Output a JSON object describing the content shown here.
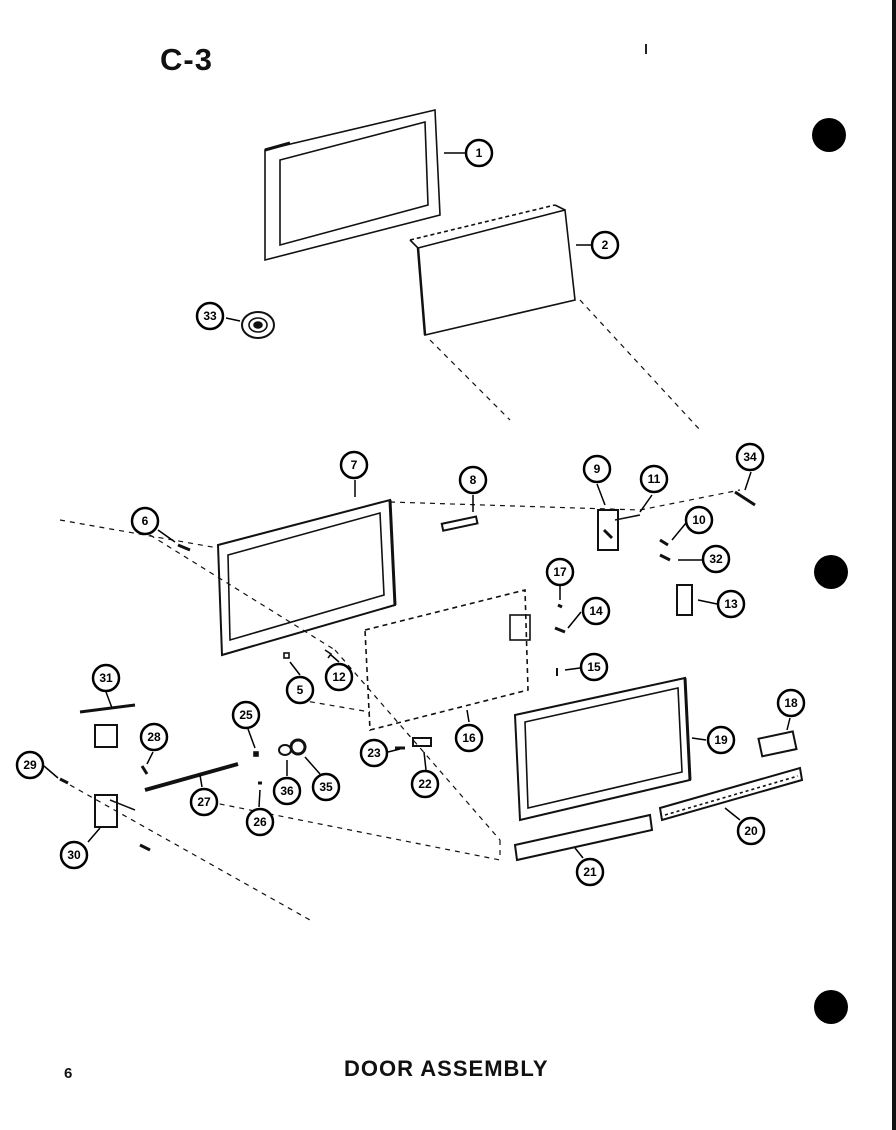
{
  "header": {
    "page_code": "C-3"
  },
  "footer": {
    "page_number": "6",
    "title": "DOOR ASSEMBLY"
  },
  "diagram": {
    "callouts": [
      "1",
      "2",
      "33",
      "7",
      "8",
      "6",
      "9",
      "11",
      "34",
      "10",
      "32",
      "17",
      "14",
      "13",
      "5",
      "12",
      "15",
      "31",
      "25",
      "28",
      "29",
      "16",
      "23",
      "22",
      "19",
      "18",
      "27",
      "36",
      "35",
      "30",
      "26",
      "20",
      "21"
    ]
  }
}
